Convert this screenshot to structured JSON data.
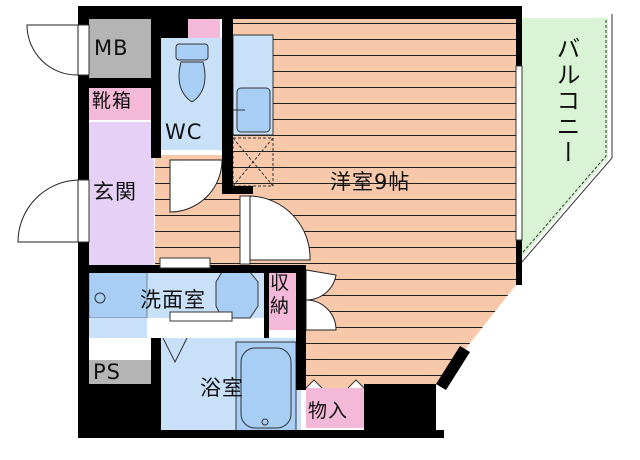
{
  "floor_plan": {
    "rooms": [
      {
        "id": "mb",
        "label": "MB"
      },
      {
        "id": "shoe",
        "label": "靴箱"
      },
      {
        "id": "wc",
        "label": "WC"
      },
      {
        "id": "entrance",
        "label": "玄関"
      },
      {
        "id": "western",
        "label": "洋室9帖"
      },
      {
        "id": "balcony",
        "label": "バルコニー"
      },
      {
        "id": "washroom",
        "label": "洗面室"
      },
      {
        "id": "closet",
        "label": "収納"
      },
      {
        "id": "ps",
        "label": "PS"
      },
      {
        "id": "bath",
        "label": "浴室"
      },
      {
        "id": "storage",
        "label": "物入"
      }
    ],
    "colors": {
      "wall": "#000000",
      "western_floor": "#f8c8aa",
      "floor_lines": "#000000",
      "wet_area": "#c8e0f8",
      "fixture": "#a8cef5",
      "entrance": "#e6d0f5",
      "pink_storage": "#f4b8d8",
      "mb_ps": "#b4b4b4",
      "balcony": "#d8f4d4"
    }
  }
}
